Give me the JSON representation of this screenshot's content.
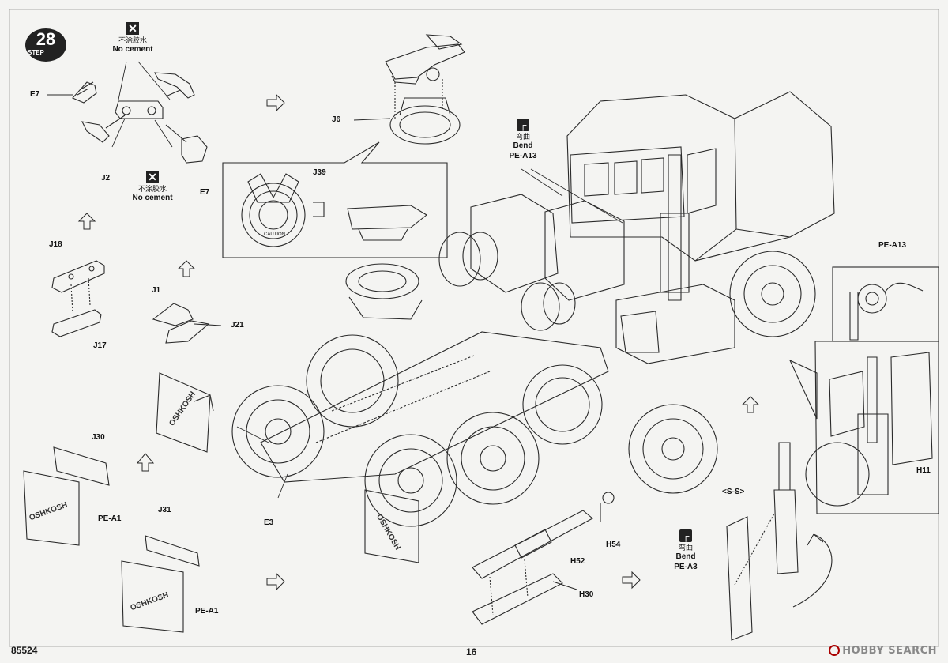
{
  "step": {
    "number": "28",
    "label": "STEP"
  },
  "notes": {
    "no_cement_top": {
      "cn": "不涂胶水",
      "en": "No cement"
    },
    "no_cement_mid": {
      "cn": "不涂胶水",
      "en": "No cement"
    },
    "bend_top": {
      "cn": "弯曲",
      "en": "Bend",
      "part": "PE-A13"
    },
    "bend_bottom": {
      "cn": "弯曲",
      "en": "Bend",
      "part": "PE-A3"
    }
  },
  "parts": {
    "e7_top": "E7",
    "e7_bottom": "E7",
    "j2": "J2",
    "j6": "J6",
    "j39": "J39",
    "j18": "J18",
    "j17": "J17",
    "j1": "J1",
    "j21": "J21",
    "j30": "J30",
    "pe_a1_left": "PE-A1",
    "j31": "J31",
    "pe_a1_bottom": "PE-A1",
    "e3": "E3",
    "h52": "H52",
    "h54": "H54",
    "h30": "H30",
    "s_s": "<S-S>",
    "pe_a13_inset": "PE-A13",
    "h11": "H11"
  },
  "mudflap_brand": "OSHKOSH",
  "fifth_wheel_text": "CAUTION",
  "footer": {
    "catalog": "85524",
    "page": "16"
  },
  "watermark": "HOBBY SEARCH"
}
